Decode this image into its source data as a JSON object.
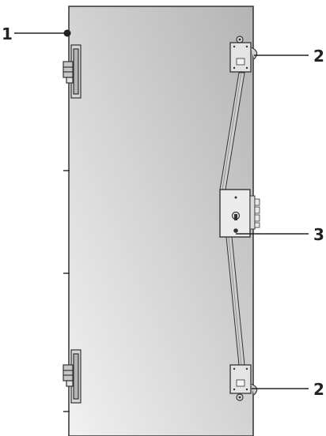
{
  "colors": {
    "outline": "#333333",
    "door_light": "#e9e9e9",
    "door_dark": "#b9b9b9",
    "metal": "#dcdcdc",
    "bar": "#cfcfcf"
  },
  "callouts": [
    {
      "label": "1",
      "part": "hinge-pin"
    },
    {
      "label": "2",
      "part": "top-lock-bolt"
    },
    {
      "label": "3",
      "part": "central-lock"
    },
    {
      "label": "2",
      "part": "bottom-lock-bolt"
    }
  ]
}
